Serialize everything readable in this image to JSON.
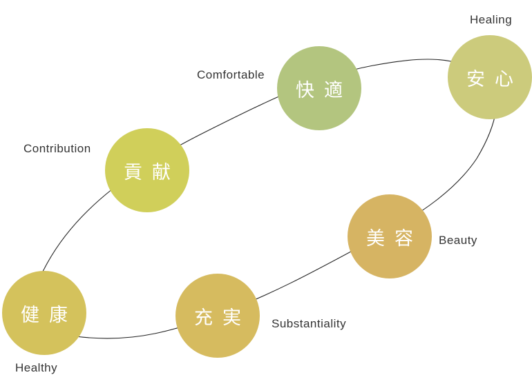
{
  "nodes": [
    {
      "id": "anshin",
      "text": "安心",
      "label": "Healing",
      "color": "#cccb7c"
    },
    {
      "id": "kaiteki",
      "text": "快適",
      "label": "Comfortable",
      "color": "#b3c57f"
    },
    {
      "id": "kouken",
      "text": "貢献",
      "label": "Contribution",
      "color": "#d0cf5a"
    },
    {
      "id": "kenkou",
      "text": "健康",
      "label": "Healthy",
      "color": "#d4c25c"
    },
    {
      "id": "juujitsu",
      "text": "充実",
      "label": "Substantiality",
      "color": "#d6bb5f"
    },
    {
      "id": "biyou",
      "text": "美容",
      "label": "Beauty",
      "color": "#d6b463"
    }
  ]
}
